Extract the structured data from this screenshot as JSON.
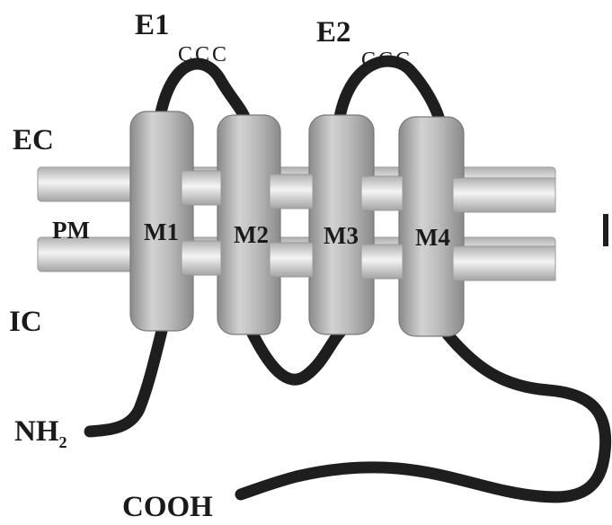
{
  "labels": {
    "e1": "E1",
    "e2": "E2",
    "ec": "EC",
    "pm": "PM",
    "ic": "IC",
    "nh": "NH",
    "nh_sub": "2",
    "cooh": "COOH",
    "loop1_cys": "CCC",
    "loop2_cys": "CCC"
  },
  "segments": [
    {
      "id": "M1",
      "label": "M1"
    },
    {
      "id": "M2",
      "label": "M2"
    },
    {
      "id": "M3",
      "label": "M3"
    },
    {
      "id": "M4",
      "label": "M4"
    }
  ],
  "colors": {
    "chain": "#1e1e1e",
    "cylinder_mid": "#c4c4c4",
    "cylinder_edge": "#8a8a8a",
    "membrane_mid": "#f2f2f2",
    "membrane_edge": "#a8a8a8"
  }
}
